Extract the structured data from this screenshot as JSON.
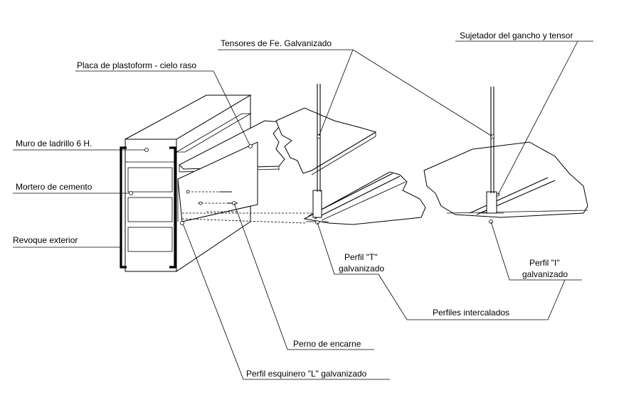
{
  "labels": {
    "tensores": "Tensores de Fe. Galvanizado",
    "sujetador": "Sujetador del gancho y tensor",
    "placa": "Placa de plastoform - cielo raso",
    "muro": "Muro de ladrillo 6 H.",
    "mortero": "Mortero de cemento",
    "revoque": "Revoque exterior",
    "perfil_t_1": "Perfil \"T\"",
    "perfil_t_2": "galvanizado",
    "perfil_i_1": "Perfil \"I\"",
    "perfil_i_2": "galvanizado",
    "perfiles_intercalados": "Perfiles intercalados",
    "perno": "Perno de encarne",
    "perfil_l": "Perfil esquinero \"L\" galvanizado"
  }
}
